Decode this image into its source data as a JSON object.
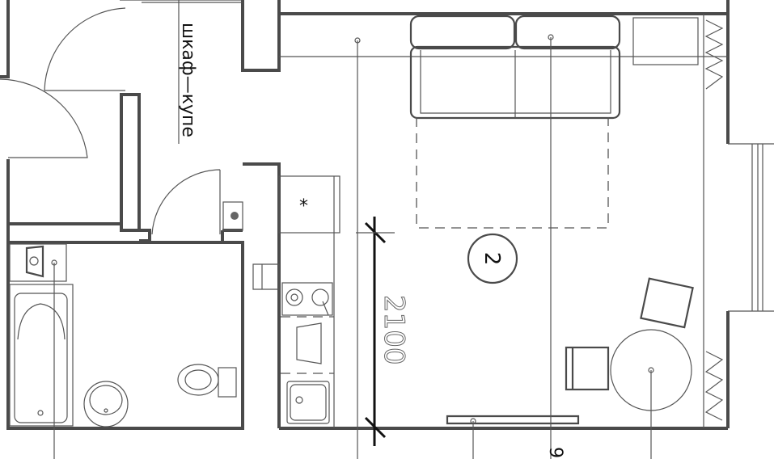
{
  "labels": {
    "wardrobe": "шкаф—купе",
    "dimension": "2100",
    "room_number": "2",
    "bottom_mark": "9"
  }
}
